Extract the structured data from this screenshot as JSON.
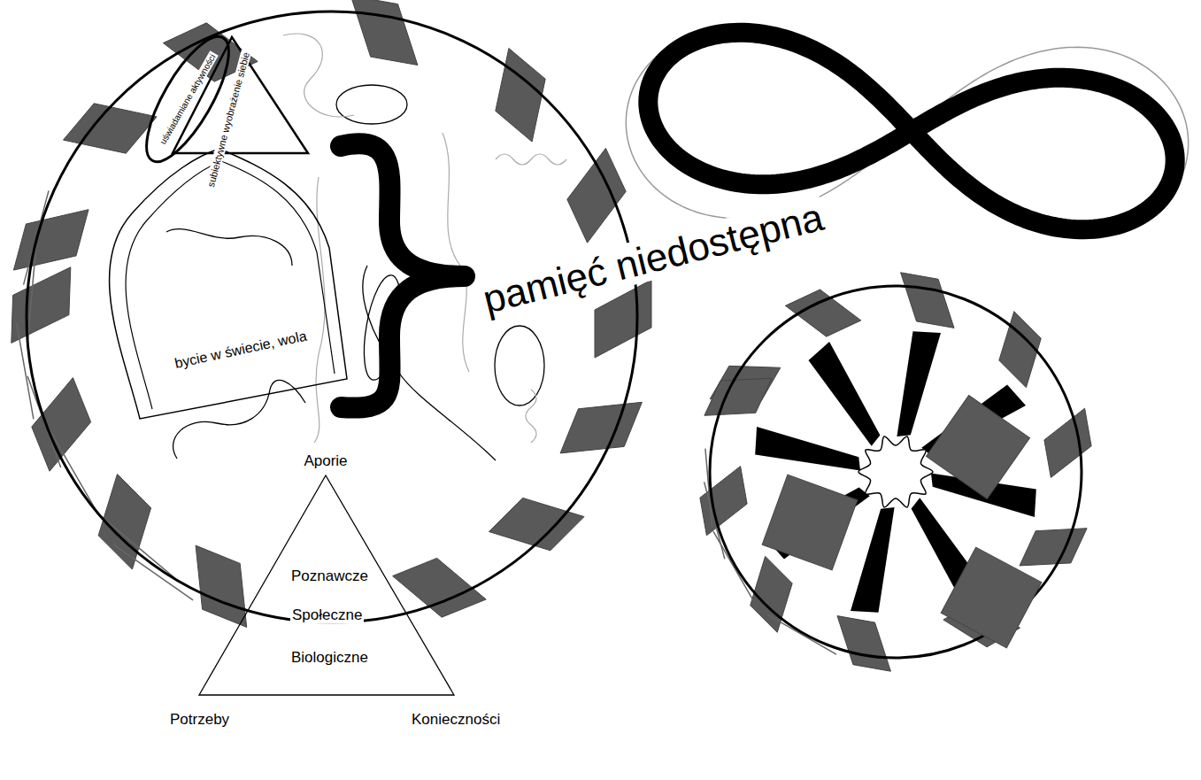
{
  "diagram": {
    "nodes": [
      {
        "text": [
          "uświadamiane aktywności"
        ]
      },
      {
        "text": [
          "subiektywne wyobrażenie siebie"
        ]
      },
      {
        "text": [
          "bycie w świecie, wola"
        ]
      },
      {
        "text": [
          "Aporie",
          "Poznawcze",
          "Społeczne",
          "Biologiczne",
          "Potrzeby",
          "Konieczności"
        ]
      }
    ],
    "labels": [
      "pamięć niedostępna"
    ]
  }
}
